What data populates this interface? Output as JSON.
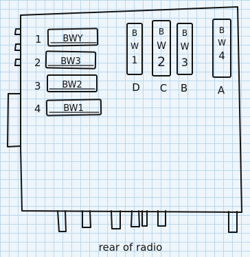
{
  "left_slots": [
    {
      "number": "1",
      "label": "BWY"
    },
    {
      "number": "2",
      "label": "BW3"
    },
    {
      "number": "3",
      "label": "BW2"
    },
    {
      "number": "4",
      "label": "BW1"
    }
  ],
  "vertical_slots": [
    {
      "chars": [
        "B",
        "W",
        "1"
      ],
      "letter": "D"
    },
    {
      "chars": [
        "B",
        "W",
        "2"
      ],
      "letter": "C"
    },
    {
      "chars": [
        "B",
        "W",
        "3"
      ],
      "letter": "B"
    },
    {
      "chars": [
        "B",
        "W",
        "4"
      ],
      "letter": "A"
    }
  ],
  "caption": "rear of radio"
}
